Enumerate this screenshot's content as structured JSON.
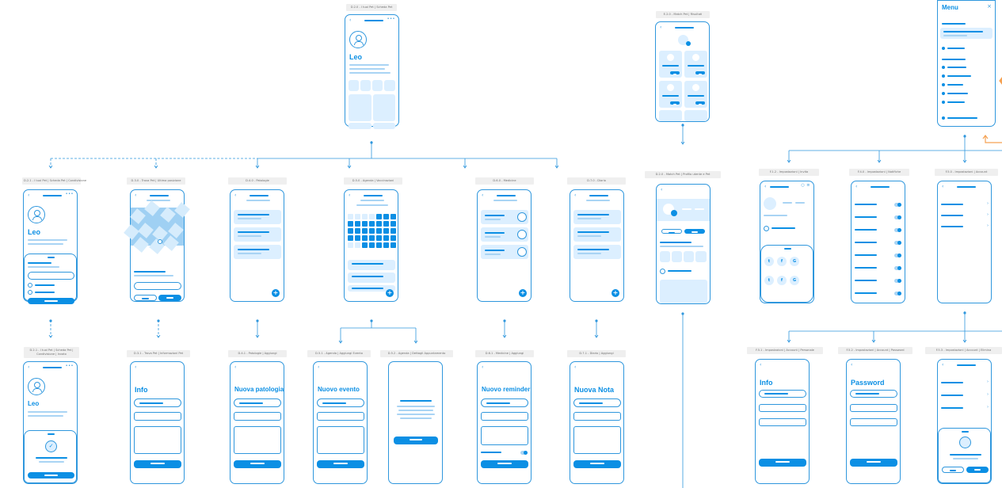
{
  "colors": {
    "primary": "#0b8fe4",
    "light": "#dcefff",
    "line": "#2f97dd",
    "orange": "#f5a253",
    "label_bg": "#efefef"
  },
  "labels": {
    "d20": "D.2.0 - I tuoi Pet | Scheda Pet",
    "d21": "D.2.1 - I tuoi Pet | Scheda Pet | Condivisione",
    "d30": "D.3.0 - Trova Pet | Ultima posizione",
    "d40": "D.4.0 - Patologie",
    "d50": "D.5.0 - Agenda | Vaccinazioni",
    "d60": "D.6.0 - Medicine",
    "d70": "D.7.0 - Diario",
    "d211": "D.2.1 - I tuoi Pet | Scheda Pet | Condivisione | Invato",
    "d31": "D.3.1 - Trova Pet | Informazioni Pet",
    "d41": "D.4.1 - Patologie | Aggiungi",
    "d51": "D.5.1 - Agenda | Aggiungi Evento",
    "d52": "D.5.2 - Agenda | Dettagli Appuntamento",
    "d61": "D.6.1 - Medicine | Aggiungi",
    "d71": "D.7.1 - Diario | Aggiungi",
    "e20": "E.2.0 - Match Pet | Risultati",
    "e20b": "D.2.0 - Match Pet | Profilo utente e Pet",
    "f12": "F.1.2 - Impostazioni | Invita",
    "f40": "F.4.0 - Impostazioni | Notifiche",
    "f50": "F.5.0 - Impostazioni | Account",
    "f51": "F.5.1 - Impostazioni | Account | Personale",
    "f52": "F.5.2 - Impostazioni | Account | Password",
    "f53": "F.5.3 - Impostazioni | Account | Elimina"
  },
  "titles": {
    "leo": "Leo",
    "info": "Info",
    "nuova_patologia": "Nuova patologia",
    "nuovo_evento": "Nuovo evento",
    "nuovo_reminder": "Nuovo reminder",
    "nuova_nota": "Nuova Nota",
    "password": "Password",
    "menu": "Menu"
  },
  "icons": {
    "back": "‹",
    "dots": "•••",
    "plus": "+",
    "chevron": "›",
    "close": "×",
    "check": "✓",
    "facebook": "f",
    "google": "G",
    "twitter": "t"
  }
}
